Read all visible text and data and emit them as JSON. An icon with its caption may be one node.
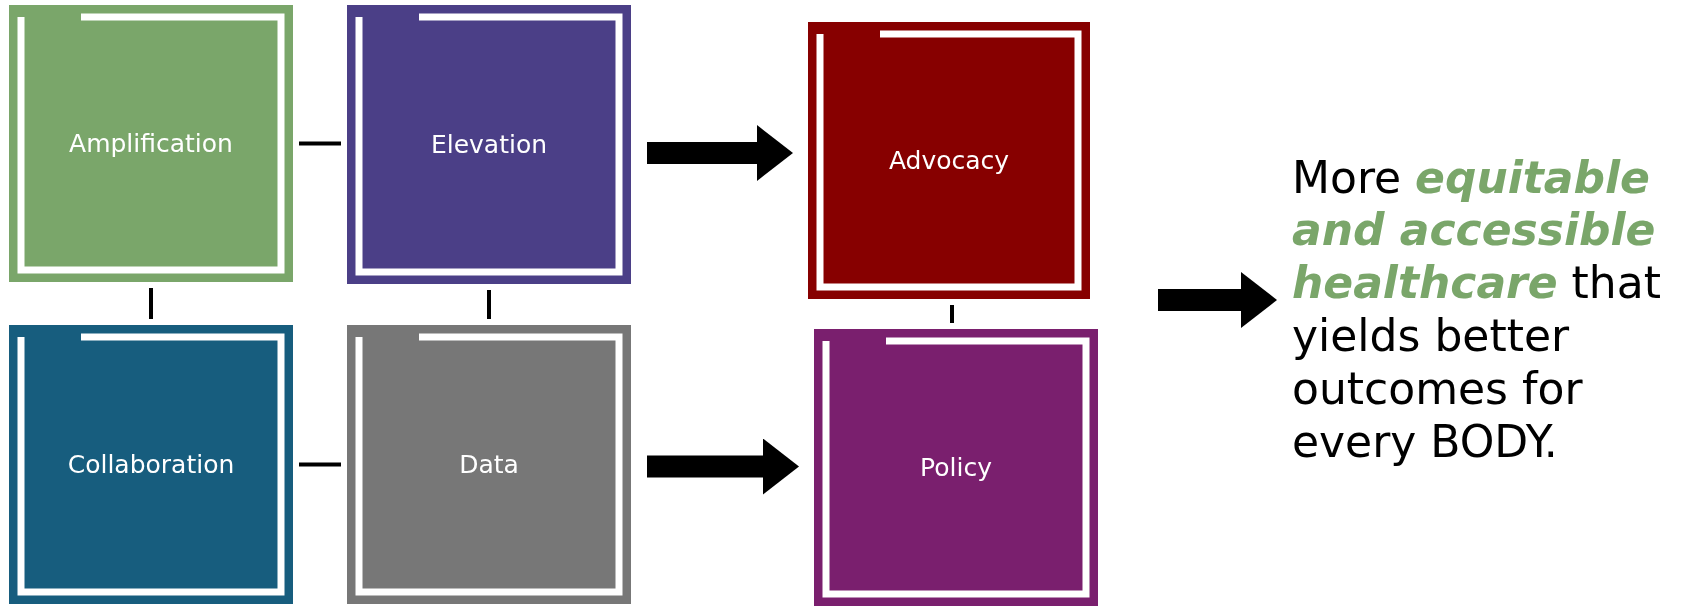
{
  "diagram": {
    "nodes": [
      {
        "text": [
          "Amplification"
        ]
      },
      {
        "text": [
          "Elevation"
        ]
      },
      {
        "text": [
          "Collaboration"
        ]
      },
      {
        "text": [
          "Data"
        ]
      },
      {
        "text": [
          "Advocacy"
        ]
      },
      {
        "text": [
          "Policy"
        ]
      },
      {
        "text": [
          "More **equitable and accessible healthcare** that yields better outcomes for every BODY."
        ]
      }
    ],
    "edges": [
      {
        "from": 0,
        "to": 1,
        "arrow": "none"
      },
      {
        "from": 0,
        "to": 2,
        "arrow": "none"
      },
      {
        "from": 1,
        "to": 3,
        "arrow": "none"
      },
      {
        "from": 2,
        "to": 3,
        "arrow": "none"
      },
      {
        "from": 4,
        "to": 5,
        "arrow": "none"
      },
      {
        "from": 1,
        "to": 4,
        "arrow": "to",
        "style": "thick"
      },
      {
        "from": 3,
        "to": 5,
        "arrow": "to",
        "style": "thick"
      },
      {
        "from": null,
        "to": 6,
        "arrow": "to",
        "style": "thick"
      }
    ]
  }
}
